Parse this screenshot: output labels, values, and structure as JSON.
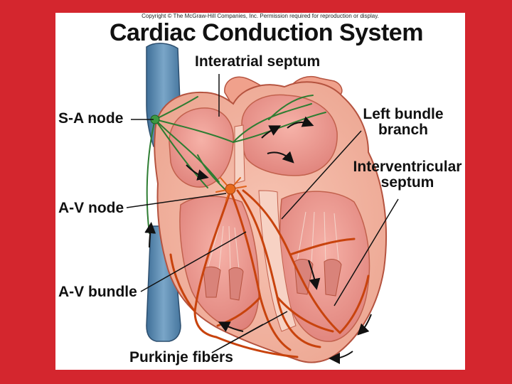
{
  "slide": {
    "copyright": "Copyright © The McGraw-Hill Companies, Inc. Permission required for reproduction or display.",
    "title": "Cardiac Conduction System"
  },
  "labels": {
    "interatrial_septum": "Interatrial septum",
    "sa_node": "S-A node",
    "av_node": "A-V node",
    "av_bundle": "A-V bundle",
    "purkinje_fibers": "Purkinje fibers",
    "left_bundle_branch_line1": "Left bundle",
    "left_bundle_branch_line2": "branch",
    "interventricular_septum_line1": "Interventricular",
    "interventricular_septum_line2": "septum"
  },
  "colors": {
    "background": "#d4262e",
    "vena_cava": "#5f8fb4",
    "heart_tissue": "#f3b8a4",
    "chamber_interior": "#e98e86",
    "conduction_fibers": "#c8430d",
    "sa_node_fibers": "#2e7d32"
  }
}
